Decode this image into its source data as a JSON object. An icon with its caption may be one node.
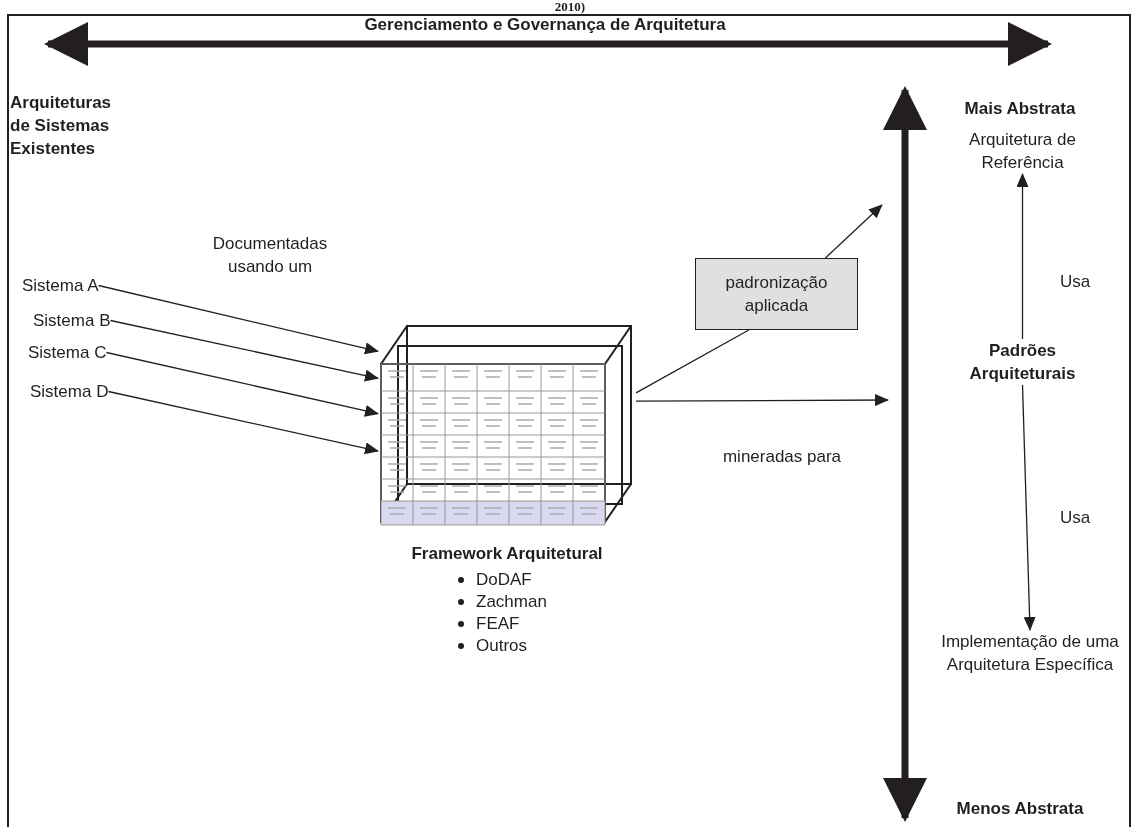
{
  "diagram": {
    "title": "Gerenciamento e Governança de Arquitetura",
    "nodes": [
      {
        "text": [
          "Sistema A"
        ]
      },
      {
        "text": [
          "Sistema B"
        ]
      },
      {
        "text": [
          "Sistema C"
        ]
      },
      {
        "text": [
          "Sistema D"
        ]
      },
      {
        "text": [
          "Framework Arquitetural"
        ],
        "beside": [
          "DoDAF",
          "Zachman",
          "FEAF",
          "Outros"
        ]
      },
      {
        "text": [
          "padronização aplicada"
        ]
      },
      {
        "text": [
          "Arquitetura de Referência"
        ]
      },
      {
        "text": [
          "Padrões Arquiteturais"
        ]
      },
      {
        "text": [
          "Implementação de uma Arquitetura Específica"
        ]
      }
    ],
    "edges": [
      {
        "from": 0,
        "to": 4,
        "arrow": "to"
      },
      {
        "from": 1,
        "to": 4,
        "arrow": "to"
      },
      {
        "from": 2,
        "to": 4,
        "arrow": "to"
      },
      {
        "from": 3,
        "to": 4,
        "arrow": "to"
      },
      {
        "from": 4,
        "to": 5,
        "arrow": "none"
      },
      {
        "from": 5,
        "to": null,
        "arrow": "to"
      },
      {
        "from": 4,
        "to": null,
        "arrow": "to",
        "label": "mineradas para"
      },
      {
        "from": 7,
        "to": 6,
        "arrow": "to",
        "label": "Usa"
      },
      {
        "from": 7,
        "to": 8,
        "arrow": "to",
        "label": "Usa"
      }
    ],
    "labels": [
      "2010)",
      "Arquiteturas de Sistemas Existentes",
      "Documentadas usando um",
      "Mais Abstrata",
      "Menos Abstrata"
    ]
  }
}
